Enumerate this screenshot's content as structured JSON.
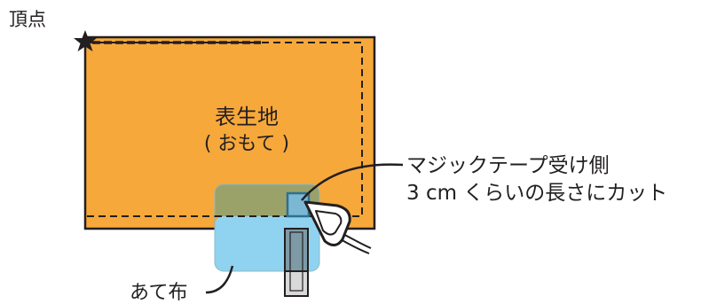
{
  "labels": {
    "apex": "頂点",
    "fabric_name": "表生地",
    "fabric_side": "( おもて )",
    "velcro_line1": "マジックテープ受け側",
    "velcro_line2": "3 cm くらいの長さにカット",
    "pressing_cloth": "あて布"
  },
  "colors": {
    "fabric": "#f7a83a",
    "pressing_cloth_green": "#9aa26a",
    "pressing_cloth_blue": "#8fd3f0",
    "velcro_tab": "#7ab8d4",
    "outline": "#231f20"
  },
  "icons": {
    "apex_marker": "star-icon",
    "iron": "iron-icon"
  }
}
